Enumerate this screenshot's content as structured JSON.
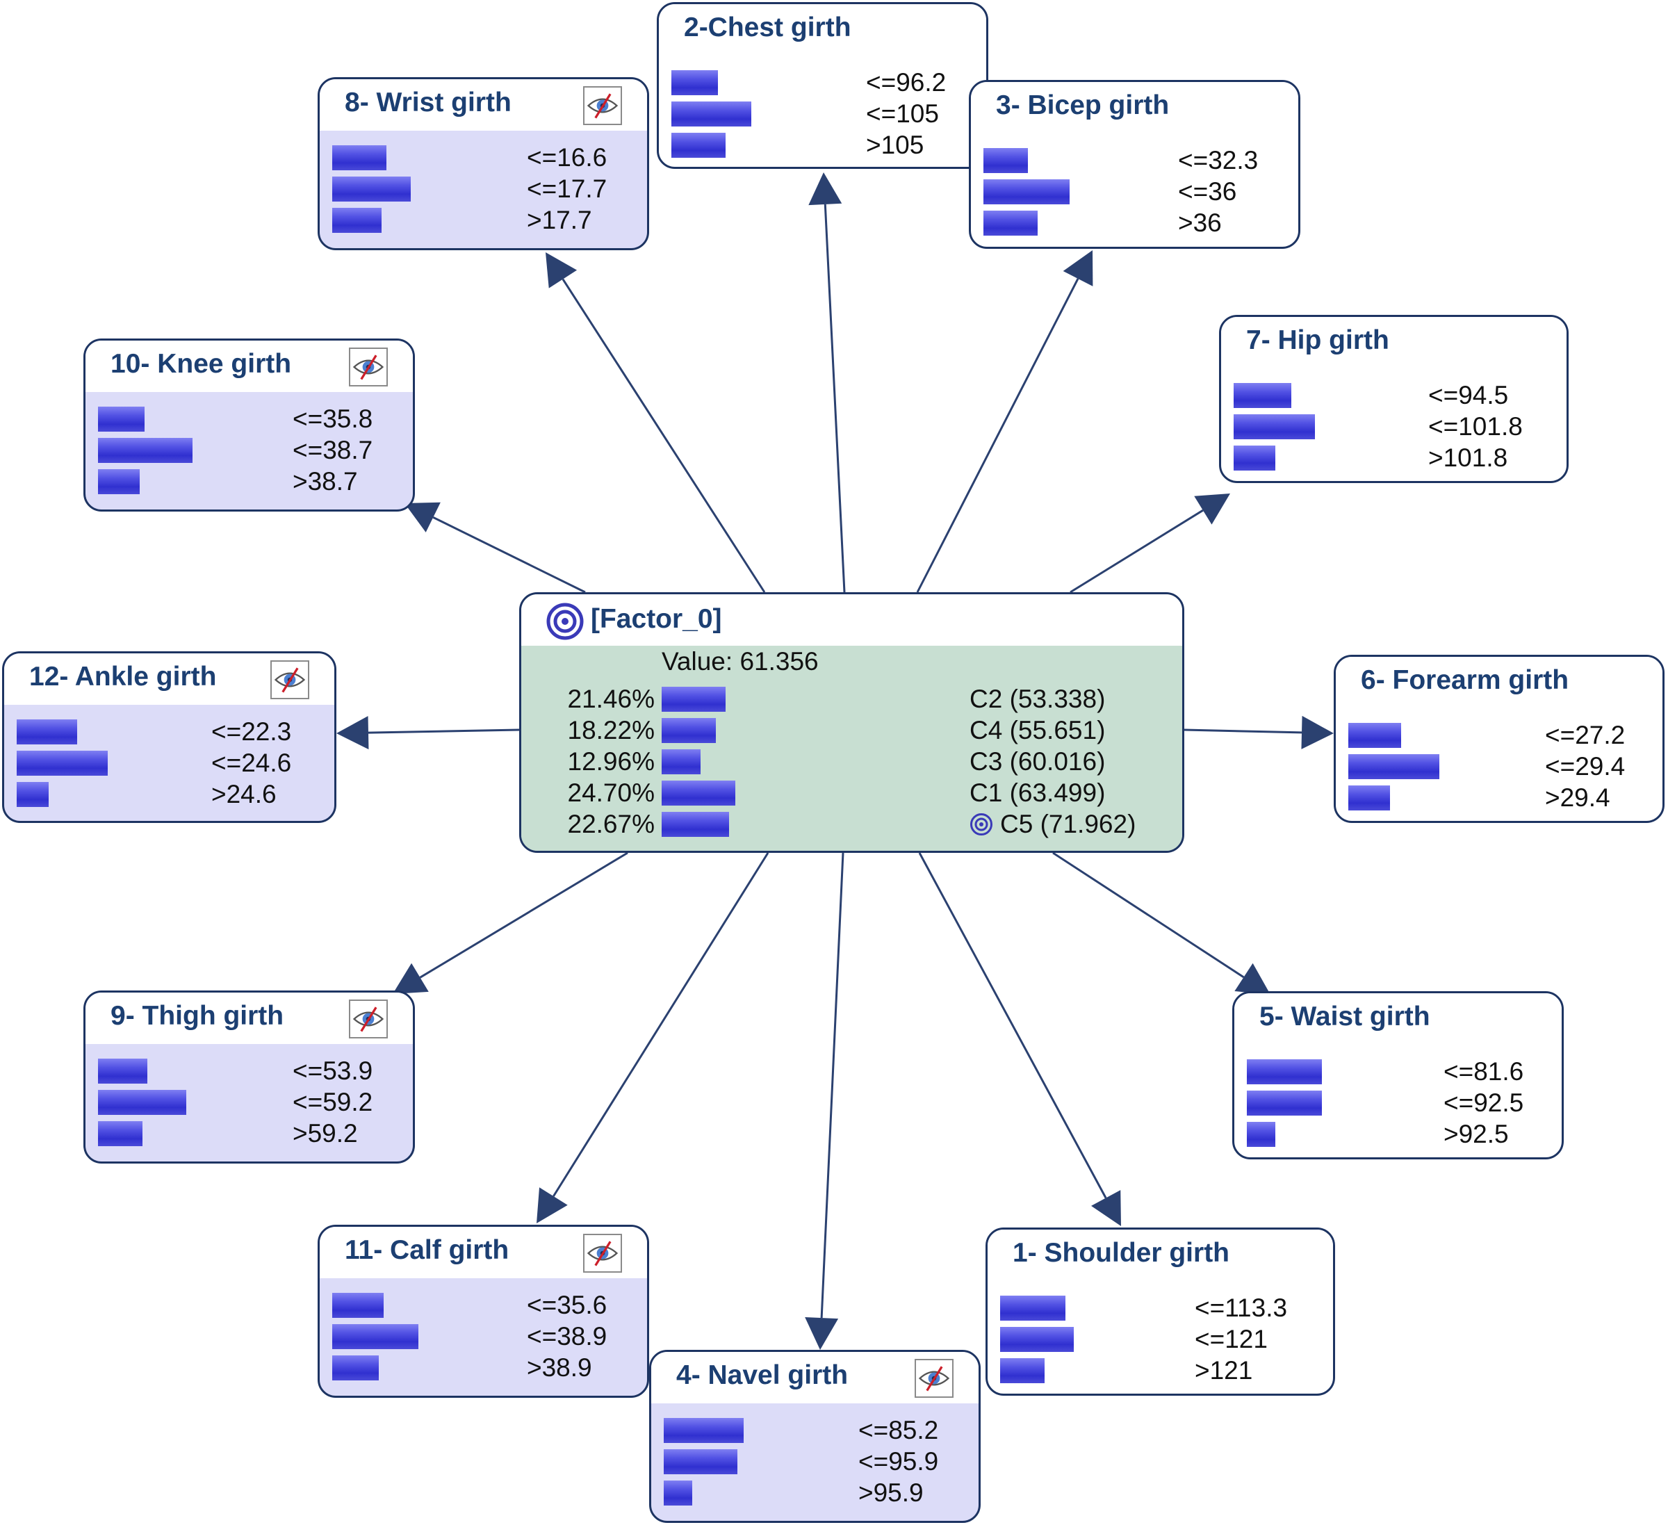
{
  "colors": {
    "edge": "#2b4170",
    "border": "#1d3462",
    "title": "#1c3f72",
    "hidden_bg": "#dcdcf8",
    "target_bg": "#c8dfd2",
    "bar": "#4040d8"
  },
  "target": {
    "title": "[Factor_0]",
    "icon": "target-icon",
    "value_text": "Value: 61.356",
    "states": [
      {
        "pct": "21.46%",
        "prob": 0.2146,
        "label": "C2 (53.338)",
        "marked": false
      },
      {
        "pct": "18.22%",
        "prob": 0.1822,
        "label": "C4 (55.651)",
        "marked": false
      },
      {
        "pct": "12.96%",
        "prob": 0.1296,
        "label": "C3 (60.016)",
        "marked": false
      },
      {
        "pct": "24.70%",
        "prob": 0.247,
        "label": "C1 (63.499)",
        "marked": false
      },
      {
        "pct": "22.67%",
        "prob": 0.2267,
        "label": "C5 (71.962)",
        "marked": true
      }
    ]
  },
  "nodes": [
    {
      "id": "chest",
      "title": "2-Chest girth",
      "hidden": false,
      "states": [
        {
          "label": "<=96.2",
          "prob": 0.29
        },
        {
          "label": "<=105",
          "prob": 0.5
        },
        {
          "label": ">105",
          "prob": 0.34
        }
      ]
    },
    {
      "id": "wrist",
      "title": "8- Wrist girth",
      "hidden": true,
      "states": [
        {
          "label": "<=16.6",
          "prob": 0.34
        },
        {
          "label": "<=17.7",
          "prob": 0.49
        },
        {
          "label": ">17.7",
          "prob": 0.31
        }
      ]
    },
    {
      "id": "bicep",
      "title": "3- Bicep girth",
      "hidden": false,
      "states": [
        {
          "label": "<=32.3",
          "prob": 0.28
        },
        {
          "label": "<=36",
          "prob": 0.54
        },
        {
          "label": ">36",
          "prob": 0.34
        }
      ]
    },
    {
      "id": "knee",
      "title": "10- Knee girth",
      "hidden": true,
      "states": [
        {
          "label": "<=35.8",
          "prob": 0.29
        },
        {
          "label": "<=38.7",
          "prob": 0.59
        },
        {
          "label": ">38.7",
          "prob": 0.26
        }
      ]
    },
    {
      "id": "hip",
      "title": "7- Hip girth",
      "hidden": false,
      "states": [
        {
          "label": "<=94.5",
          "prob": 0.36
        },
        {
          "label": "<=101.8",
          "prob": 0.51
        },
        {
          "label": ">101.8",
          "prob": 0.26
        }
      ]
    },
    {
      "id": "ankle",
      "title": "12- Ankle girth",
      "hidden": true,
      "states": [
        {
          "label": "<=22.3",
          "prob": 0.38
        },
        {
          "label": "<=24.6",
          "prob": 0.57
        },
        {
          "label": ">24.6",
          "prob": 0.2
        }
      ]
    },
    {
      "id": "forearm",
      "title": "6- Forearm girth",
      "hidden": false,
      "states": [
        {
          "label": "<=27.2",
          "prob": 0.33
        },
        {
          "label": "<=29.4",
          "prob": 0.57
        },
        {
          "label": ">29.4",
          "prob": 0.26
        }
      ]
    },
    {
      "id": "thigh",
      "title": "9- Thigh girth",
      "hidden": true,
      "states": [
        {
          "label": "<=53.9",
          "prob": 0.31
        },
        {
          "label": "<=59.2",
          "prob": 0.55
        },
        {
          "label": ">59.2",
          "prob": 0.28
        }
      ]
    },
    {
      "id": "waist",
      "title": "5- Waist girth",
      "hidden": false,
      "states": [
        {
          "label": "<=81.6",
          "prob": 0.47
        },
        {
          "label": "<=92.5",
          "prob": 0.47
        },
        {
          "label": ">92.5",
          "prob": 0.18
        }
      ]
    },
    {
      "id": "calf",
      "title": "11- Calf girth",
      "hidden": true,
      "states": [
        {
          "label": "<=35.6",
          "prob": 0.32
        },
        {
          "label": "<=38.9",
          "prob": 0.54
        },
        {
          "label": ">38.9",
          "prob": 0.29
        }
      ]
    },
    {
      "id": "shoulder",
      "title": "1- Shoulder girth",
      "hidden": false,
      "states": [
        {
          "label": "<=113.3",
          "prob": 0.41
        },
        {
          "label": "<=121",
          "prob": 0.46
        },
        {
          "label": ">121",
          "prob": 0.28
        }
      ]
    },
    {
      "id": "navel",
      "title": "4- Navel girth",
      "hidden": true,
      "states": [
        {
          "label": "<=85.2",
          "prob": 0.5
        },
        {
          "label": "<=95.9",
          "prob": 0.46
        },
        {
          "label": ">95.9",
          "prob": 0.18
        }
      ]
    }
  ]
}
